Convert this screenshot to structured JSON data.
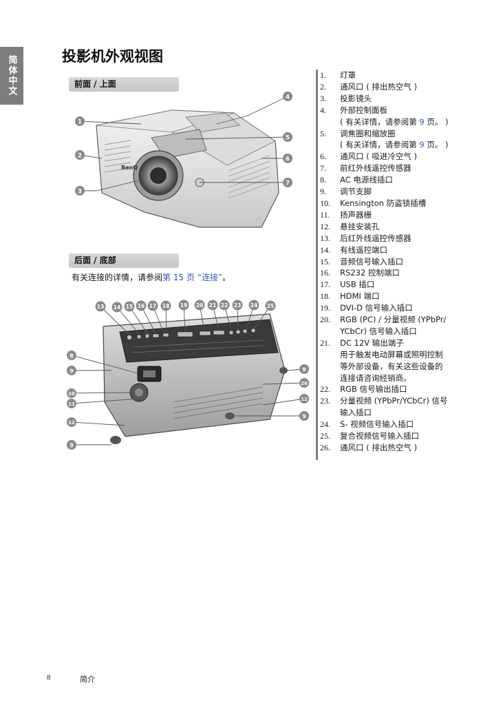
{
  "side_tab": {
    "label": "简体中文"
  },
  "title": "投影机外观视图",
  "front_section": {
    "heading": "前面 / 上面",
    "callouts": [
      "1",
      "2",
      "3",
      "4",
      "5",
      "6",
      "7"
    ],
    "brand_mark": "BenQ"
  },
  "rear_section": {
    "heading": "后面 / 底部",
    "ref_prefix": "有关连接的详情，请参阅",
    "ref_link": "第 15 页 “连接”",
    "ref_suffix": "。",
    "callouts_top": [
      "13",
      "14",
      "15",
      "16",
      "17",
      "18",
      "19",
      "20",
      "21",
      "22",
      "23",
      "24",
      "25"
    ],
    "callouts_left": [
      "8",
      "9",
      "10",
      "11",
      "12",
      "9"
    ],
    "callouts_right": [
      "9",
      "26",
      "12",
      "9"
    ]
  },
  "legend": [
    {
      "num": "1.",
      "text": "灯罩"
    },
    {
      "num": "2.",
      "text": "通风口 ( 排出热空气 )"
    },
    {
      "num": "3.",
      "text": "投影镜头"
    },
    {
      "num": "4.",
      "text": "外部控制面板",
      "sub_pre": "( 有关详情，请参阅第 ",
      "sub_num": "9",
      "sub_post": " 页。 )"
    },
    {
      "num": "5.",
      "text": "调焦圈和缩放圈",
      "sub_pre": "( 有关详情，请参阅第 ",
      "sub_num": "9",
      "sub_post": " 页。 )"
    },
    {
      "num": "6.",
      "text": "通风口 ( 吸进冷空气 )"
    },
    {
      "num": "7.",
      "text": "前红外线遥控传感器"
    },
    {
      "num": "8.",
      "text": "AC 电源线插口"
    },
    {
      "num": "9.",
      "text": "调节支脚"
    },
    {
      "num": "10.",
      "text": "Kensington 防盗锁插槽"
    },
    {
      "num": "11.",
      "text": "扬声器栅"
    },
    {
      "num": "12.",
      "text": "悬挂安装孔"
    },
    {
      "num": "13.",
      "text": "后红外线遥控传感器"
    },
    {
      "num": "14.",
      "text": "有线遥控端口"
    },
    {
      "num": "15.",
      "text": "音频信号输入插口"
    },
    {
      "num": "16.",
      "text": "RS232 控制端口"
    },
    {
      "num": "17.",
      "text": "USB 插口"
    },
    {
      "num": "18.",
      "text": "HDMI 端口"
    },
    {
      "num": "19.",
      "text": "DVI-D 信号输入插口"
    },
    {
      "num": "20.",
      "text": "RGB (PC) / 分量视频 (YPbPr/",
      "sub_pre": "YCbCr) 信号输入插口"
    },
    {
      "num": "21.",
      "text": "DC 12V 输出端子",
      "sub_pre": "用于触发电动屏幕或照明控制",
      "sub2": "等外部设备，有关这些设备的",
      "sub3": "连接请咨询经销商。"
    },
    {
      "num": "22.",
      "text": "RGB 信号输出插口"
    },
    {
      "num": "23.",
      "text": "分量视频 (YPbPr/YCbCr) 信号",
      "sub_pre": "输入插口"
    },
    {
      "num": "24.",
      "text": "S- 视频信号输入插口"
    },
    {
      "num": "25.",
      "text": "复合视频信号输入插口"
    },
    {
      "num": "26.",
      "text": "通风口 ( 排出热空气 )"
    }
  ],
  "footer": {
    "page_number": "8",
    "section": "简介"
  }
}
